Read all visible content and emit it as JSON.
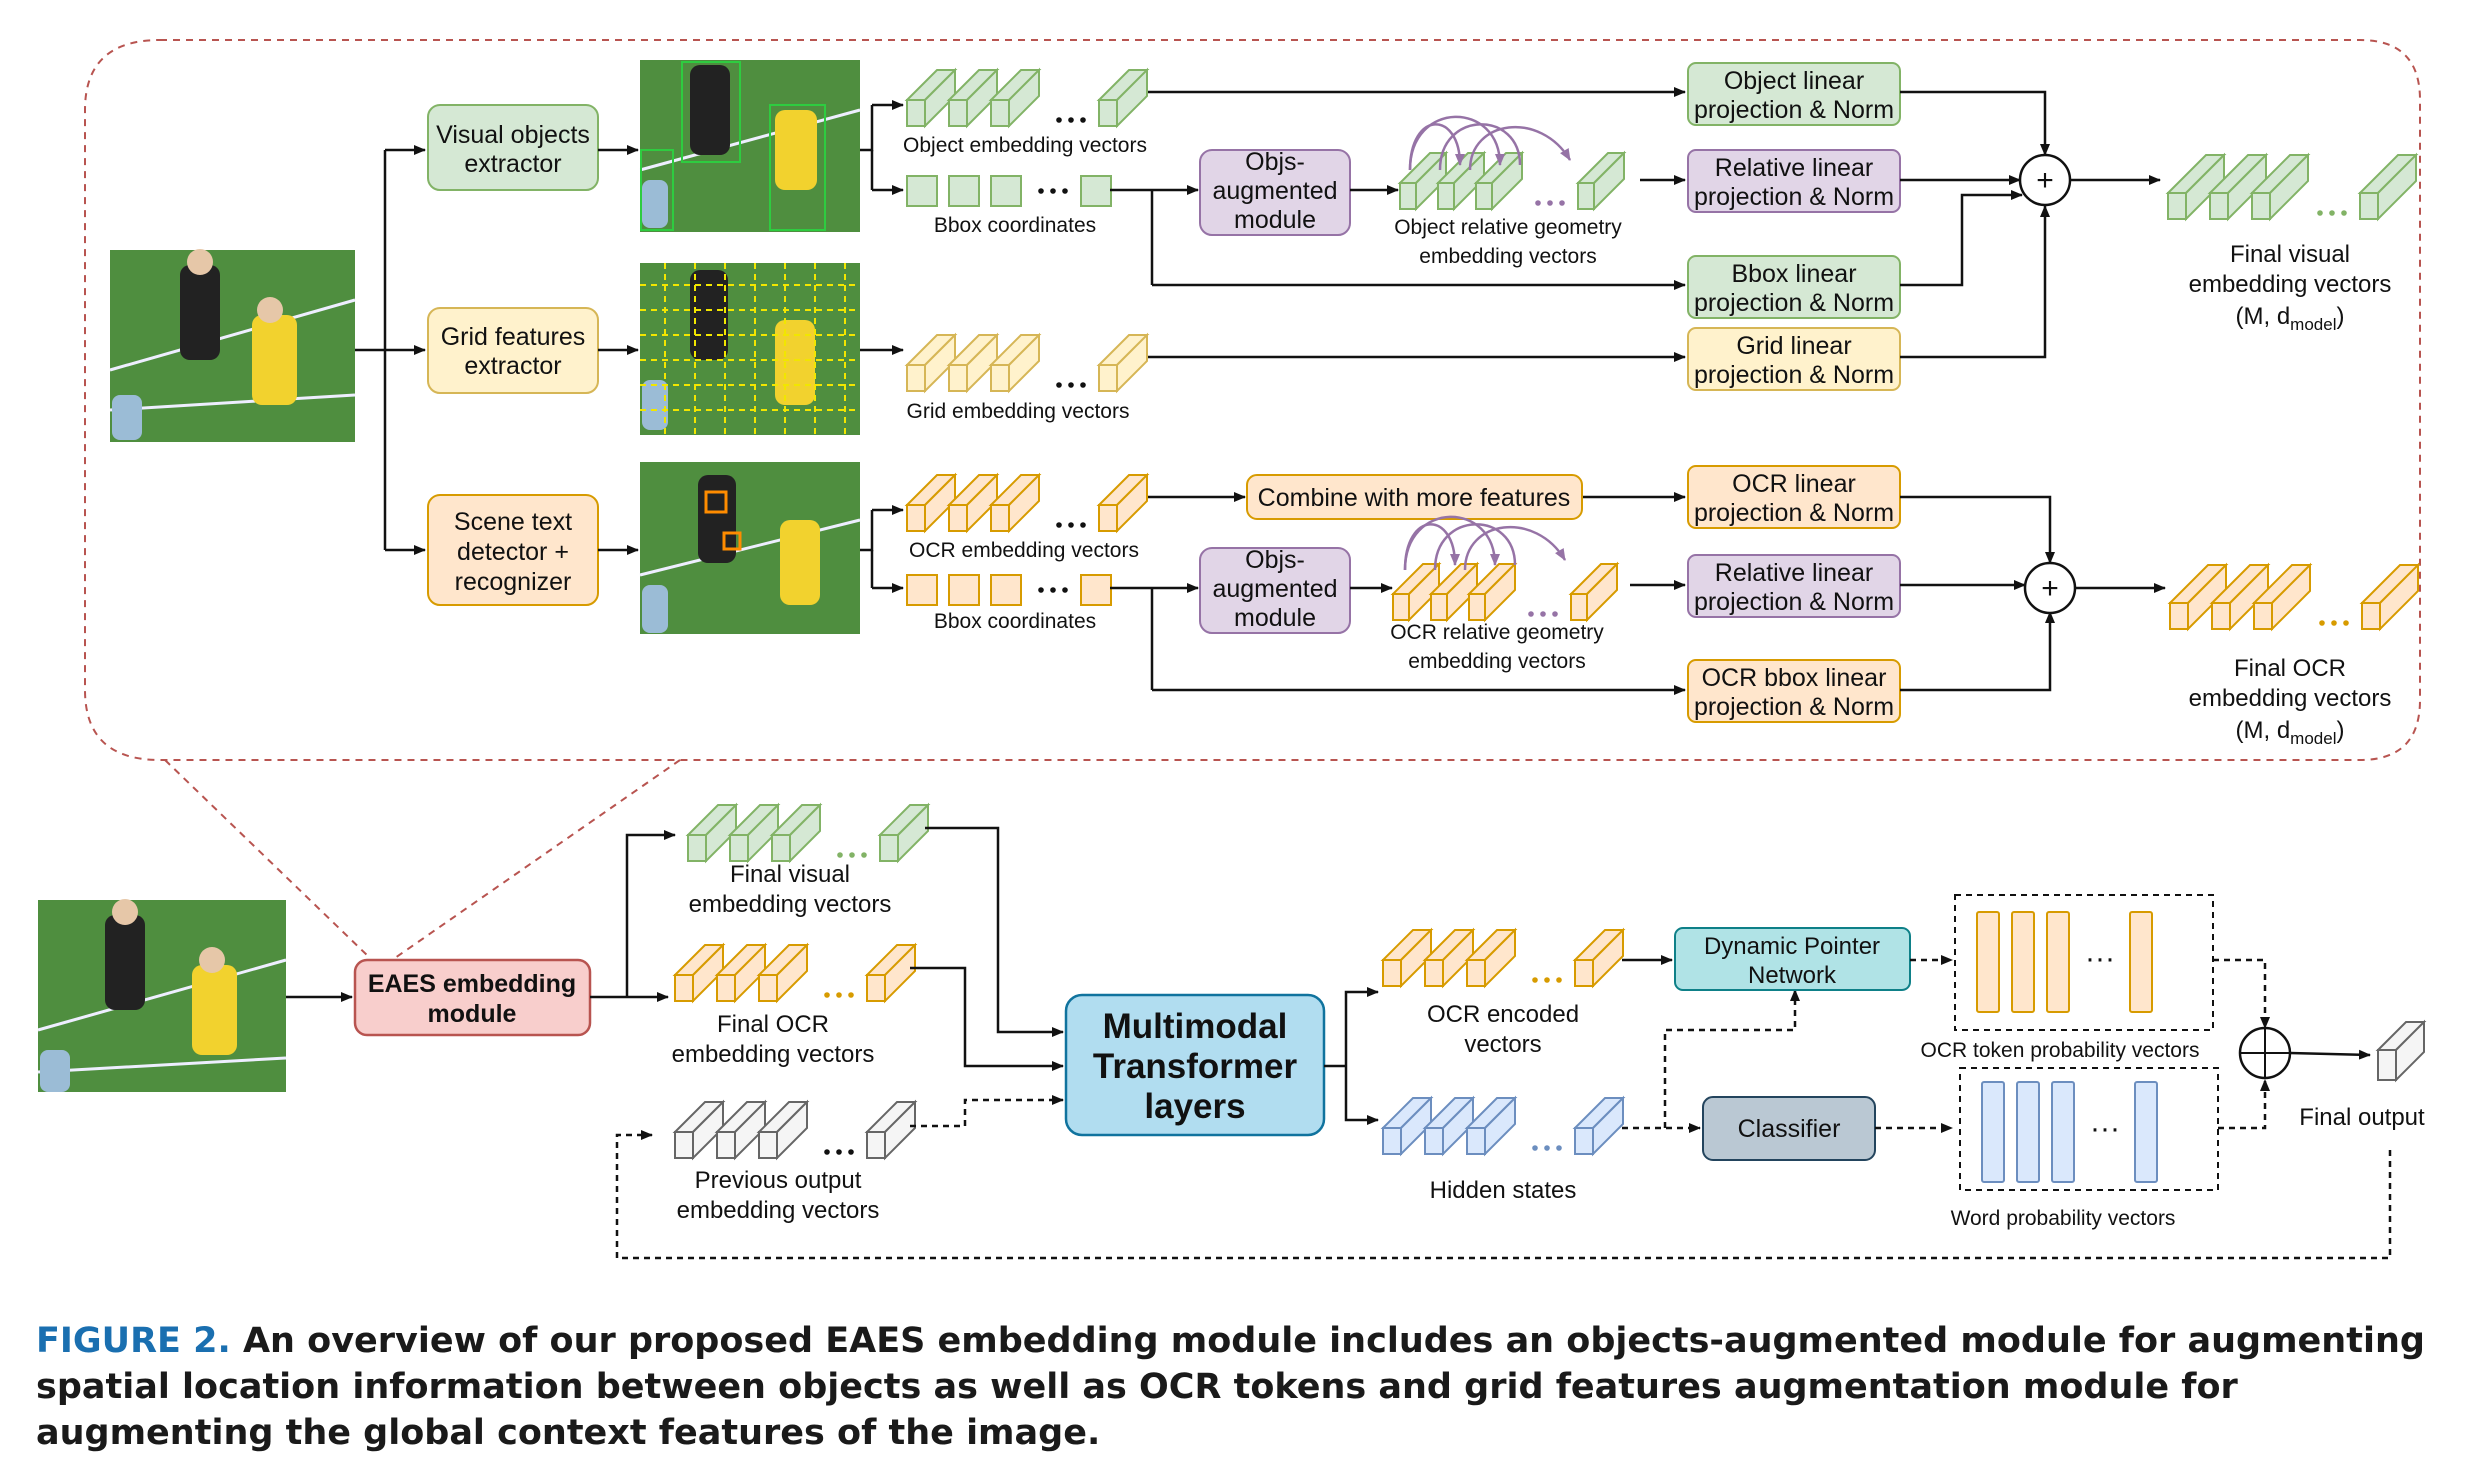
{
  "figure": {
    "label": "FIGURE 2.",
    "caption": "An overview of our proposed EAES embedding module includes an objects-augmented module for augmenting spatial location information between objects as well as OCR tokens and grid features augmentation module for augmenting the global context features of the image."
  },
  "colors": {
    "green_fill": "#d5e8d4",
    "green_stroke": "#82b366",
    "yellow_fill": "#fff2cc",
    "yellow_stroke": "#d6b656",
    "orange_fill": "#ffe6cc",
    "orange_stroke": "#d79b00",
    "purple_fill": "#e1d5e7",
    "purple_stroke": "#9673a6",
    "red_fill": "#f8cecc",
    "red_stroke": "#b85450",
    "blue_fill": "#b1ddf0",
    "blue_stroke": "#10739e",
    "teal_fill": "#b0e3e6",
    "teal_stroke": "#0e8088",
    "gray_fill": "#bac8d3",
    "gray_stroke": "#23445d",
    "lightblue_fill": "#dae8fc",
    "lightblue_stroke": "#6c8ebf",
    "caption_blue": "#1a6fb0"
  },
  "detail": {
    "extractors": {
      "visual": [
        "Visual objects",
        "extractor"
      ],
      "grid": [
        "Grid features",
        "extractor"
      ],
      "scene": [
        "Scene text",
        "detector +",
        "recognizer"
      ]
    },
    "labels": {
      "object_embedding": "Object embedding vectors",
      "bbox_coords_1": "Bbox coordinates",
      "grid_embedding": "Grid embedding vectors",
      "ocr_embedding": "OCR embedding vectors",
      "bbox_coords_2": "Bbox coordinates",
      "obj_rel_geo": [
        "Object relative geometry",
        "embedding vectors"
      ],
      "ocr_rel_geo": [
        "OCR relative geometry",
        "embedding vectors"
      ]
    },
    "objs_module": [
      "Objs-",
      "augmented",
      "module"
    ],
    "projections": {
      "object": [
        "Object linear",
        "projection & Norm"
      ],
      "relative1": [
        "Relative linear",
        "projection & Norm"
      ],
      "bbox": [
        "Bbox linear",
        "projection & Norm"
      ],
      "grid": [
        "Grid linear",
        "projection & Norm"
      ],
      "ocr": [
        "OCR linear",
        "projection & Norm"
      ],
      "relative2": [
        "Relative linear",
        "projection & Norm"
      ],
      "ocr_bbox": [
        "OCR bbox linear",
        "projection & Norm"
      ]
    },
    "combine": "Combine with more features",
    "plus": "+",
    "final_visual": [
      "Final visual",
      "embedding vectors",
      "(M, d",
      "model",
      ")"
    ],
    "final_ocr": [
      "Final OCR",
      "embedding vectors",
      "(M, d",
      "model",
      ")"
    ]
  },
  "pipeline": {
    "eaes": [
      "EAES embedding",
      "module"
    ],
    "final_visual": [
      "Final visual",
      "embedding vectors"
    ],
    "final_ocr": [
      "Final OCR",
      "embedding vectors"
    ],
    "previous_output": [
      "Previous output",
      "embedding vectors"
    ],
    "transformer": [
      "Multimodal",
      "Transformer",
      "layers"
    ],
    "ocr_encoded": [
      "OCR encoded",
      "vectors"
    ],
    "hidden_states": "Hidden states",
    "dpn": [
      "Dynamic Pointer",
      "Network"
    ],
    "classifier": "Classifier",
    "ocr_token_probs": "OCR token probability vectors",
    "word_probs": "Word probability vectors",
    "final_output": "Final output",
    "oplus": "⊕"
  }
}
